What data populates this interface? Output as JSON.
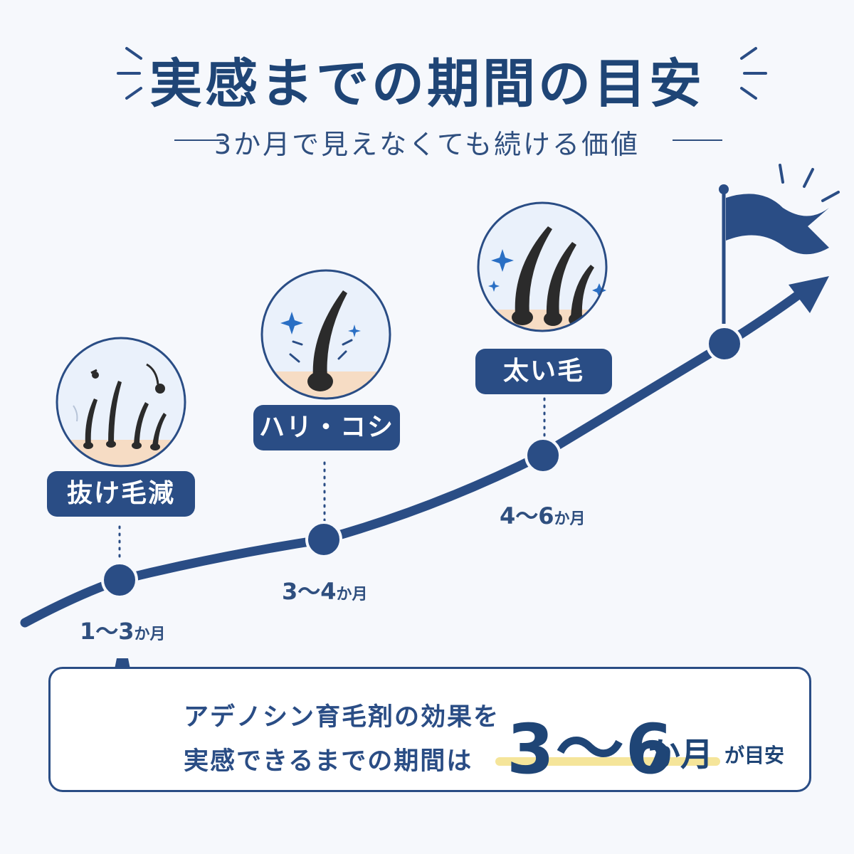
{
  "title": "実感までの期間の目安",
  "subtitle": "3か月で見えなくても続ける価値",
  "stages": [
    {
      "label": "抜け毛減",
      "period_num": "1〜3",
      "period_unit": "か月"
    },
    {
      "label": "ハリ・コシ",
      "period_num": "3〜4",
      "period_unit": "か月"
    },
    {
      "label": "太い毛",
      "period_num": "4〜6",
      "period_unit": "か月"
    }
  ],
  "summary": {
    "line1": "アデノシン育毛剤の効果を",
    "line2": "実感できるまでの期間は",
    "highlight_num": "3〜6",
    "highlight_unit": "か月",
    "suffix": "が目安"
  },
  "colors": {
    "navy": "#2a4d85",
    "skin": "#f6dcc4",
    "highlight": "#f5e59a"
  }
}
